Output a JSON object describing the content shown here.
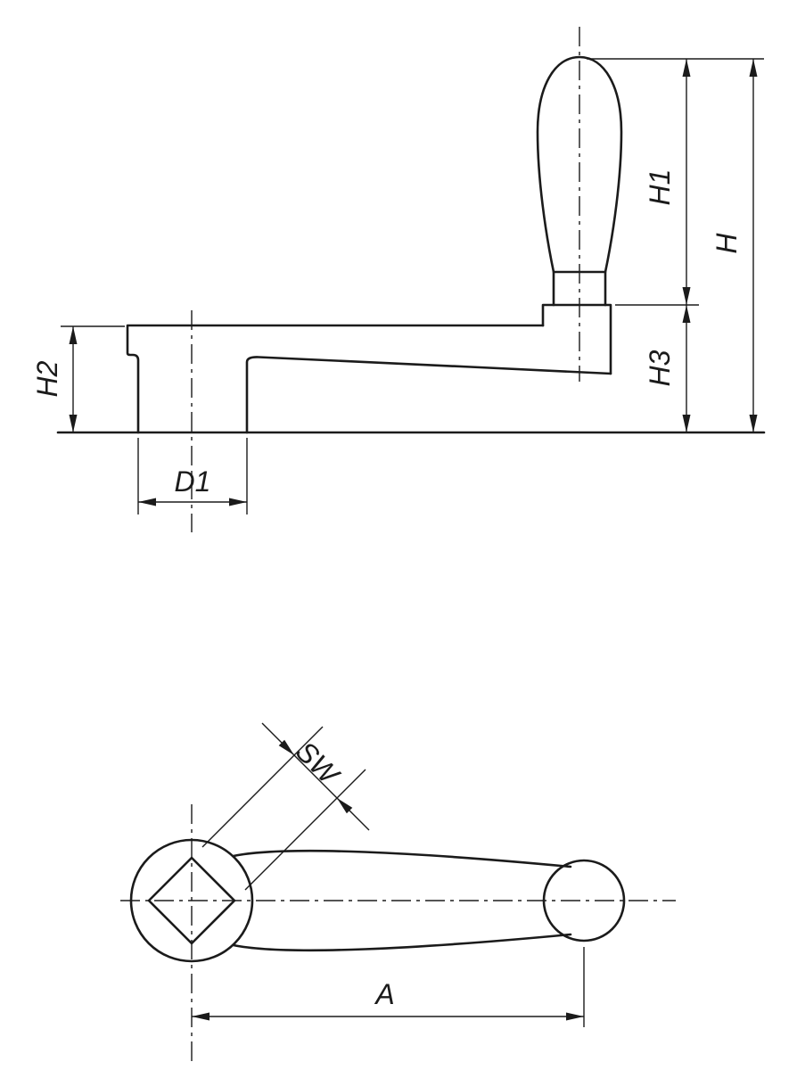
{
  "colors": {
    "line": "#1b1b1b",
    "background": "#ffffff"
  },
  "dimensions": {
    "h1": "H1",
    "h": "H",
    "h2": "H2",
    "h3": "H3",
    "d1": "D1",
    "sw": "SW",
    "a": "A"
  }
}
